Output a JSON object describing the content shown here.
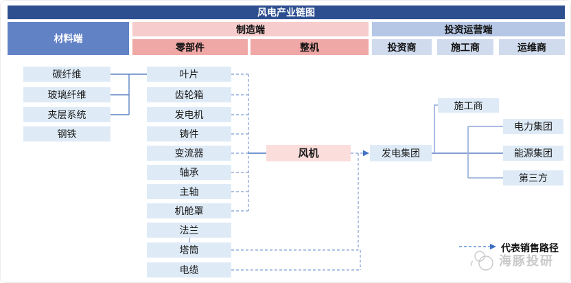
{
  "title": "风电产业链图",
  "headers": {
    "materials": "材料端",
    "manufacturing": "制造端",
    "components": "零部件",
    "complete_machine": "整机",
    "investment_ops": "投资运营端",
    "investor": "投资商",
    "constructor": "施工商",
    "operator": "运维商"
  },
  "materials": [
    "碳纤维",
    "玻璃纤维",
    "夹层系统",
    "钢铁"
  ],
  "components": [
    "叶片",
    "齿轮箱",
    "发电机",
    "铸件",
    "变流器",
    "轴承",
    "主轴",
    "机舱罩",
    "法兰",
    "塔筒",
    "电缆"
  ],
  "turbine": "风机",
  "flow": {
    "power_group": "发电集团",
    "constructor": "施工商",
    "customers": [
      "电力集团",
      "能源集团",
      "第三方"
    ]
  },
  "legend": {
    "sales_path": "代表销售路径"
  },
  "watermark": {
    "brand": "海豚投研"
  },
  "colors": {
    "title_bg": "#2D4E8F",
    "materials_bg": "#6282C6",
    "manufacturing_bg": "#F6CDCC",
    "manufacturing_sub_bg": "#F0A8A6",
    "investment_bg": "#B5C7E5",
    "investment_sub_bg": "#D0DBEE",
    "item_bg": "#DEEBF7",
    "turbine_bg": "#FBDDDB",
    "solid_line": "#4472C4",
    "dashed_line": "#7E9CD3",
    "right_line": "#9FB4DC"
  }
}
